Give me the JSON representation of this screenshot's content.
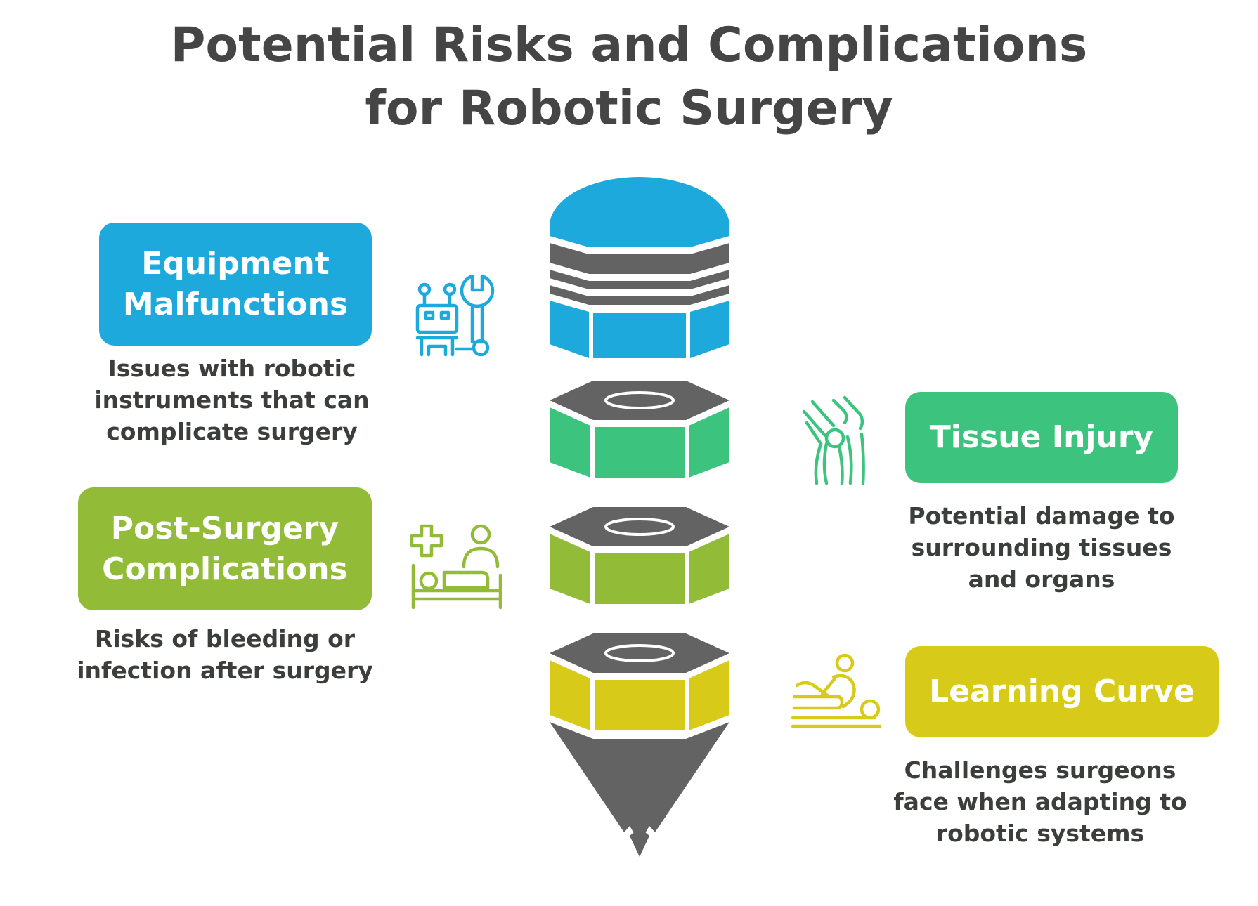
{
  "title": {
    "line1": "Potential Risks and Complications",
    "line2": "for Robotic Surgery"
  },
  "items": [
    {
      "heading_lines": [
        "Equipment",
        "Malfunctions"
      ],
      "description_lines": [
        "Issues with robotic",
        "instruments that can",
        "complicate surgery"
      ],
      "color": "#1DA9DB",
      "icon": "robot-wrench-icon"
    },
    {
      "heading_lines": [
        "Tissue Injury"
      ],
      "description_lines": [
        "Potential damage to",
        "surrounding tissues",
        "and organs"
      ],
      "color": "#3CC47E",
      "icon": "knee-joint-icon"
    },
    {
      "heading_lines": [
        "Post-Surgery",
        "Complications"
      ],
      "description_lines": [
        "Risks of bleeding or",
        "infection after surgery"
      ],
      "color": "#92BB38",
      "icon": "hospital-bed-icon"
    },
    {
      "heading_lines": [
        "Learning Curve"
      ],
      "description_lines": [
        "Challenges surgeons",
        "face when adapting to",
        "robotic systems"
      ],
      "color": "#D8CA18",
      "icon": "massage-therapy-icon"
    }
  ],
  "tower_colors": {
    "dark": "#636363",
    "blue": "#1DA9DB",
    "green": "#3CC47E",
    "lime": "#92BB38",
    "yellow": "#D8CA18"
  }
}
